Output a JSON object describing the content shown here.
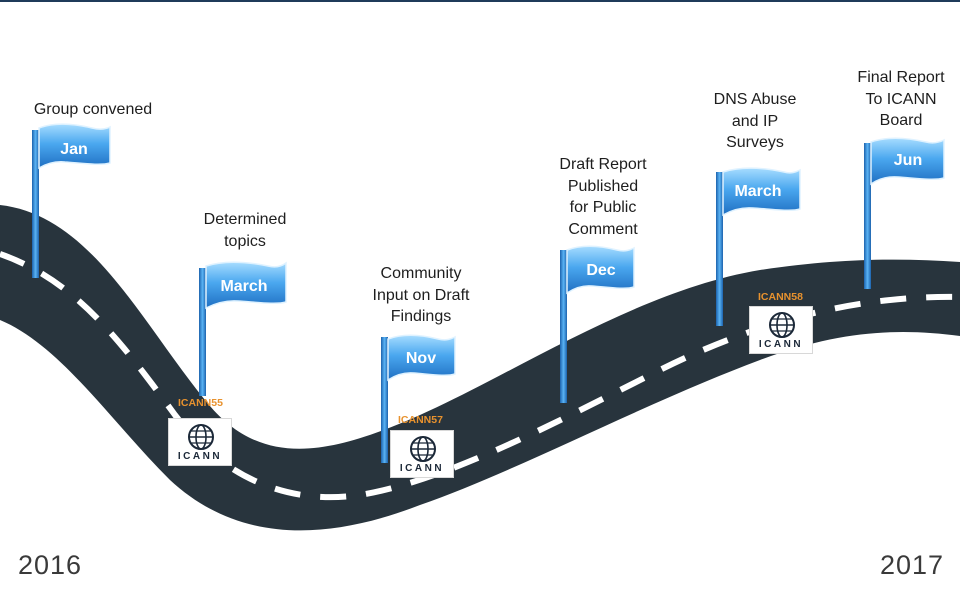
{
  "colors": {
    "road": "#28343d",
    "road_dash": "#ffffff",
    "flag_blue": "#2f8fe0",
    "flag_light": "#8ccfff",
    "pole": "#2a7fd0",
    "meeting_code": "#e8922e",
    "text": "#1e1e1e"
  },
  "timeline": {
    "start_year": "2016",
    "end_year": "2017",
    "milestones": [
      {
        "month": "Jan",
        "description": "Group convened"
      },
      {
        "month": "March",
        "description": "Determined\ntopics"
      },
      {
        "month": "Nov",
        "description": "Community\nInput on Draft\nFindings"
      },
      {
        "month": "Dec",
        "description": "Draft Report\nPublished\nfor Public\nComment"
      },
      {
        "month": "March",
        "description": "DNS Abuse\nand IP\nSurveys"
      },
      {
        "month": "Jun",
        "description": "Final Report\nTo ICANN\nBoard"
      }
    ],
    "meetings": [
      {
        "code": "ICANN55",
        "logo_text": "ICANN"
      },
      {
        "code": "ICANN57",
        "logo_text": "ICANN"
      },
      {
        "code": "ICANN58",
        "logo_text": "ICANN"
      }
    ]
  }
}
